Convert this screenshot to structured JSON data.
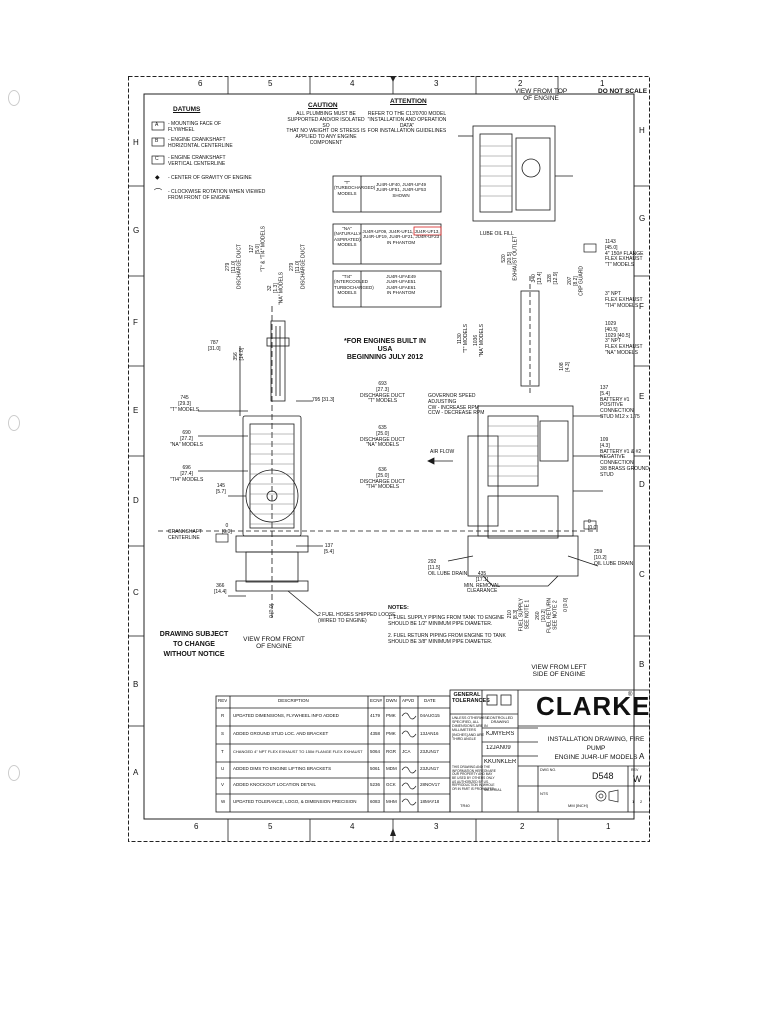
{
  "border": {
    "top_zones": [
      "6",
      "5",
      "4",
      "3",
      "2",
      "1"
    ],
    "bottom_zones": [
      "6",
      "5",
      "4",
      "3",
      "2",
      "1"
    ],
    "left_zones": [
      "H",
      "G",
      "F",
      "E",
      "D",
      "C",
      "B",
      "A"
    ],
    "right_zones": [
      "H",
      "G",
      "F",
      "E",
      "D",
      "C",
      "B",
      "A"
    ]
  },
  "do_not_scale": "DO NOT SCALE",
  "datums": {
    "title": "DATUMS",
    "items": [
      {
        "symbol": "A",
        "text": "- MOUNTING FACE OF\nFLYWHEEL"
      },
      {
        "symbol": "B",
        "text": "- ENGINE CRANKSHAFT\nHORIZONTAL CENTERLINE"
      },
      {
        "symbol": "C",
        "text": "- ENGINE CRANKSHAFT\nVERTICAL CENTERLINE"
      },
      {
        "symbol": "◆",
        "text": "- CENTER OF GRAVITY OF ENGINE"
      },
      {
        "symbol": "⌒",
        "text": "- CLOCKWISE ROTATION WHEN VIEWED\nFROM FRONT OF ENGINE"
      }
    ]
  },
  "caution": {
    "title": "CAUTION",
    "text": "ALL PLUMBING MUST BE\nSUPPORTED AND/OR ISOLATED SO\nTHAT NO WEIGHT OR STRESS IS\nAPPLIED TO ANY ENGINE COMPONENT"
  },
  "attention": {
    "title": "ATTENTION",
    "text": "REFER TO THE C13'0700 MODEL\n\"INSTALLATION AND OPERATION DATA\"\nFOR INSTALLATION GUIDELINES"
  },
  "model_table": [
    {
      "type": "\"T\"\n(TURBOCHARGED)\nMODELS",
      "models": "JU4R-UF40, JU4R-UF49\nJU4R-UF51, JU4R-UF53\nSHOWN"
    },
    {
      "type": "\"NA\"\n(NATURALLY\nASPIRATED)\nMODELS",
      "models": "JU4R-UF09, JU4R-UF11, JU4R-UF13,\nJU4R-UF19, JU4R-UF21, JU4R-UF23\nIN PHANTOM"
    },
    {
      "type": "\"TI4\"\n(INTERCOOLED\nTURBOCHARGED)\nMODELS",
      "models": "JU4R-UFAE49\nJU4R-UFAE51\nJU4R-UFAE61\nIN PHANTOM"
    }
  ],
  "engines_note": "*FOR ENGINES BUILT IN USA\nBEGINNING JULY 2012",
  "front_view": {
    "dims": [
      {
        "text": "279\n[11.0]\nDISCHARGE DUCT"
      },
      {
        "text": "127\n[5.0]\n\"T\" & \"TI4\" MODELS"
      },
      {
        "text": "32\n[1.3]\n\"NA\" MODELS"
      },
      {
        "text": "279\n[11.0]\nDISCHARGE DUCT"
      },
      {
        "text": "787\n[31.0]"
      },
      {
        "text": "356\n[14.0]"
      },
      {
        "text": "745\n[29.3]\n\"T\" MODELS"
      },
      {
        "text": "690\n[27.2]\n\"NA\" MODELS"
      },
      {
        "text": "696\n[27.4]\n\"TI4\" MODELS"
      },
      {
        "text": "145\n[5.7]"
      },
      {
        "text": "CRANKSHAFT\nCENTERLINE"
      },
      {
        "text": "0\n[0.0]"
      },
      {
        "text": "137\n[5.4]"
      },
      {
        "text": "366\n[14.4]"
      },
      {
        "text": "0 [0.0]"
      },
      {
        "text": "795 [31.3]"
      }
    ],
    "duct": [
      {
        "text": "693\n[27.3]\nDISCHARGE DUCT\n\"T\" MODELS"
      },
      {
        "text": "635\n[25.0]\nDISCHARGE DUCT\n\"NA\" MODELS"
      },
      {
        "text": "636\n[25.0]\nDISCHARGE DUCT\n\"TI4\" MODELS"
      }
    ],
    "hose_note": "2 FUEL HOSES SHIPPED LOOSE\n(WIRED TO ENGINE)",
    "view_label": "VIEW FROM FRONT\nOF ENGINE"
  },
  "governor": "GOVERNOR SPEED\nADJUSTING\nCW - INCREASE RPM\nCCW - DECREASE RPM",
  "airflow": "AIR FLOW",
  "notes": {
    "title": "NOTES:",
    "items": [
      "1. FUEL SUPPLY PIPING FROM TANK TO ENGINE\nSHOULD BE 1/2\" MINIMUM PIPE DIAMETER.",
      "2. FUEL RETURN PIPING FROM ENGINE TO TANK\nSHOULD BE 3/8\" MINIMUM PIPE DIAMETER."
    ]
  },
  "drawing_subject": "DRAWING SUBJECT\nTO CHANGE\nWITHOUT NOTICE",
  "top_view": {
    "view_label": "VIEW FROM TOP\nOF ENGINE",
    "lube_oil_fill": "LUBE OIL FILL"
  },
  "side_view": {
    "view_label": "VIEW FROM LEFT\nSIDE OF ENGINE",
    "labels": [
      {
        "text": "1143\n[45.0]\n4\" 150# FLANGE\nFLEX EXHAUST\n\"T\" MODELS"
      },
      {
        "text": "3\" NPT\nFLEX EXHAUST\n\"TI4\" MODELS"
      },
      {
        "text": "1029\n[40.5]\n1029 [40.5]\n3\" NPT\nFLEX EXHAUST\n\"NA\" MODELS"
      },
      {
        "text": "137\n[5.4]\nBATTERY #1\nPOSITIVE CONNECTION\nSTUD M12 x 1.75"
      },
      {
        "text": "109\n[4.3]\nBATTERY #1 & #2\nNEGATIVE\nCONNECTION\n3/8 BRASS GROUND\nSTUD"
      },
      {
        "text": "0\n[0.0]"
      },
      {
        "text": "259\n[10.2]\nOIL LUBE DRAIN"
      },
      {
        "text": "292\n[11.5]\nOIL LUBE DRAIN"
      },
      {
        "text": "435\n[17.1]\nMIN. REMOVAL\nCLEARANCE"
      }
    ],
    "vertical_dims": [
      {
        "text": "520\n[20.5]\nEXHAUST OUTLET"
      },
      {
        "text": "340\n[13.4]"
      },
      {
        "text": "328\n[12.9]"
      },
      {
        "text": "207\n[8.2]\nCRP GUARD"
      },
      {
        "text": "1130\n\"T\" MODELS"
      },
      {
        "text": "1036\n\"NA\" MODELS"
      },
      {
        "text": "108\n[4.3]"
      },
      {
        "text": "210\n[8.3]\nFUEL SUPPLY\nSEE NOTE 1"
      },
      {
        "text": "260\n[10.2]\nFUEL RETURN\nSEE NOTE 2"
      },
      {
        "text": "0 [0.0]"
      }
    ]
  },
  "revisions": {
    "headers": [
      "REV",
      "DESCRIPTION",
      "ECN#",
      "DWN",
      "APVD",
      "DATE"
    ],
    "rows": [
      [
        "R",
        "UPDATED DIMENSIONS, FLYWHEEL INFO ADDED",
        "4179",
        "PMK",
        "",
        "04AUG15"
      ],
      [
        "S",
        "ADDED GROUND STUD LOC. AND BRACKET",
        "4358",
        "PMK",
        "",
        "13JAN16"
      ],
      [
        "T",
        "CHANGED 4\" NPT FLEX EXHAUST TO 150# FLANGE FLEX EXHAUST",
        "5064",
        "RGR",
        "JCA",
        "23JUN17"
      ],
      [
        "U",
        "ADDED DIMS TO ENGINE LIFTING BRACKETS",
        "5061",
        "MDM",
        "",
        "23JUN17"
      ],
      [
        "V",
        "ADDED KNOCKOUT LOCATION DETAIL",
        "5236",
        "GCK",
        "",
        "28NOV17"
      ],
      [
        "W",
        "UPDATED TOLERANCE, LOGO, & DIMENSION PRECISION",
        "6083",
        "MHM",
        "",
        "18MAY18"
      ]
    ]
  },
  "title_block": {
    "general_tolerances": "GENERAL\nTOLERANCES",
    "tolerance_text": "UNLESS OTHERWISE\nSPECIFIED, ALL\nDIMENSIONS ARE IN\nMILLIMETERS\n[INCHES] AND ARE\nTHIRD ANGLE",
    "controlled_drawing": "CONTROLLED\nDRAWING",
    "drawn_by": "KJMYERS",
    "date": "12JAN09",
    "checked_by": "KKUNKLER",
    "proprietary": "THIS DRAWING AND THE\nINFORMATION HEREON ARE\nOUR PROPERTY AND MAY\nBE USED BY OTHERS ONLY\nAS AUTHORIZED BY US.\nREPRODUCTION IN WHOLE\nOR IN PART IS PROHIBITED.",
    "material": "MATERIAL",
    "tr_label": "TR40",
    "brand": "CLARKE",
    "title": "INSTALLATION DRAWING, FIRE PUMP\nENGINE JU4R-UF MODELS",
    "drawing_no_label": "DWG NO.",
    "drawing_no": "D548",
    "rev_label": "REV",
    "rev": "W",
    "scale": "NTS",
    "units": "MM [INCH]",
    "sheet": "1",
    "of": "2"
  },
  "colors": {
    "line": "#1a1a1a",
    "highlight": "#d62020",
    "paper": "#ffffff"
  }
}
